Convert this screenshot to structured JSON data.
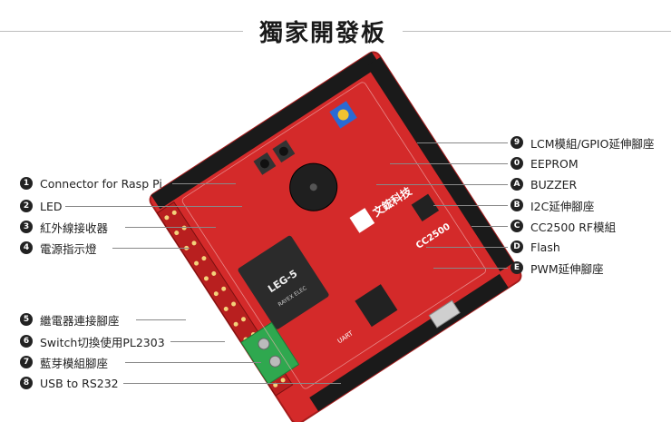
{
  "header": {
    "title": "獨家開發板"
  },
  "board": {
    "brand_text": "文鋐科技",
    "chip_text": "CC2500",
    "relay_text": "LEG-5",
    "relay_brand": "RAYEX ELEC",
    "uart_text": "UART"
  },
  "left_callouts": [
    {
      "num": "1",
      "label": "Connector for Rasp Pi"
    },
    {
      "num": "2",
      "label": "LED"
    },
    {
      "num": "3",
      "label": "紅外線接收器"
    },
    {
      "num": "4",
      "label": "電源指示燈"
    },
    {
      "num": "5",
      "label": "繼電器連接腳座"
    },
    {
      "num": "6",
      "label": "Switch切換使用PL2303"
    },
    {
      "num": "7",
      "label": "藍芽模組腳座"
    },
    {
      "num": "8",
      "label": "USB to RS232"
    }
  ],
  "right_callouts": [
    {
      "num": "9",
      "label": "LCM模組/GPIO延伸腳座"
    },
    {
      "num": "0",
      "label": "EEPROM"
    },
    {
      "num": "A",
      "label": "BUZZER"
    },
    {
      "num": "B",
      "label": "I2C延伸腳座"
    },
    {
      "num": "C",
      "label": "CC2500 RF模組"
    },
    {
      "num": "D",
      "label": "Flash"
    },
    {
      "num": "E",
      "label": "PWM延伸腳座"
    }
  ],
  "colors": {
    "pcb": "#d42a2a",
    "header": "#1a1a1a",
    "terminal": "#2fa84f",
    "accent": "#222222"
  }
}
